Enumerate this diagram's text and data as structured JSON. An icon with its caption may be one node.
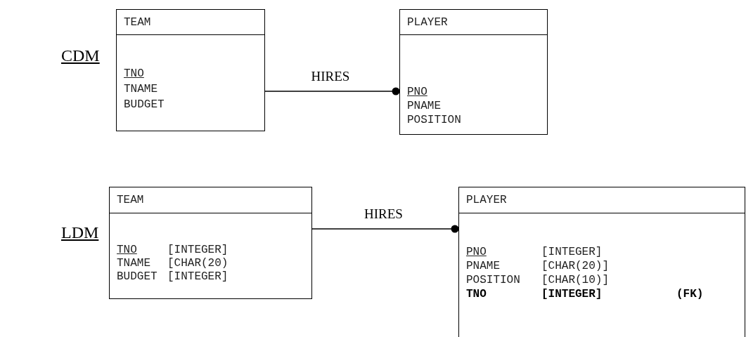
{
  "diagram": {
    "nodes": [
      {
        "text": [
          "TEAM",
          "TNO",
          "TNAME",
          "BUDGET"
        ]
      },
      {
        "text": [
          "PLAYER",
          "PNO",
          "PNAME",
          "POSITION"
        ]
      },
      {
        "text": [
          "TEAM",
          "TNO",
          "[INTEGER]",
          "TNAME",
          "[CHAR(20)",
          "BUDGET",
          "[INTEGER]"
        ]
      },
      {
        "text": [
          "PLAYER",
          "PNO",
          "[INTEGER]",
          "PNAME",
          "[CHAR(20)]",
          "POSITION",
          "[CHAR(10)]",
          "TNO",
          "[INTEGER]",
          "(FK)"
        ]
      }
    ],
    "edges": [
      {
        "from": 0,
        "to": 1,
        "arrow": "other",
        "label": "HIRES"
      },
      {
        "from": 2,
        "to": 3,
        "arrow": "other",
        "label": "HIRES"
      }
    ],
    "labels": [
      "CDM",
      "LDM"
    ]
  }
}
